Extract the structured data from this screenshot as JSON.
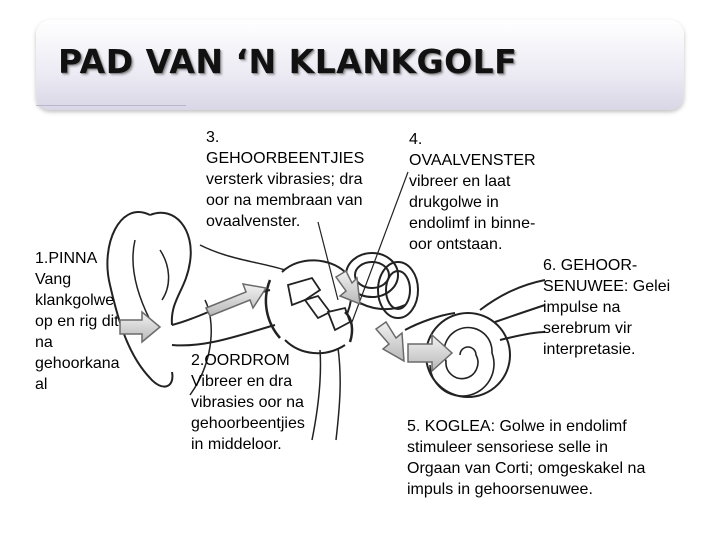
{
  "title": "PAD VAN ‘N KLANKGOLF",
  "labels": {
    "pinna": [
      "1.PINNA",
      "Vang",
      "klankgolwe",
      "op en rig dit",
      "na",
      "gehoorkana",
      "al"
    ],
    "oordrom": [
      "2.OORDROM",
      "Vibreer en dra",
      "vibrasies oor na",
      "gehoorbeentjies",
      "in middeloor."
    ],
    "gehoorbeentjies": [
      "3.",
      "GEHOORBEENTJIES",
      "versterk vibrasies; dra",
      "oor na membraan van",
      "ovaalvenster."
    ],
    "ovaalvenster": [
      "4.",
      "OVAALVENSTER",
      "vibreer en laat",
      "drukgolwe in",
      "endolimf in binne-",
      "oor ontstaan."
    ],
    "koglea": [
      "5. KOGLEA: Golwe in endolimf",
      "stimuleer sensoriese selle in",
      "Orgaan van Corti; omgeskakel na",
      "impuls in gehoorsenuwee."
    ],
    "gehoorsenuwee": [
      "6. GEHOOR-",
      "SENUWEE: Gelei",
      "impulse na",
      "serebrum vir",
      "interpretasie."
    ]
  },
  "colors": {
    "arrow_fill": "#c8c8c8",
    "arrow_stroke": "#6a6a6a",
    "title_panel": "#e4e2ee"
  }
}
